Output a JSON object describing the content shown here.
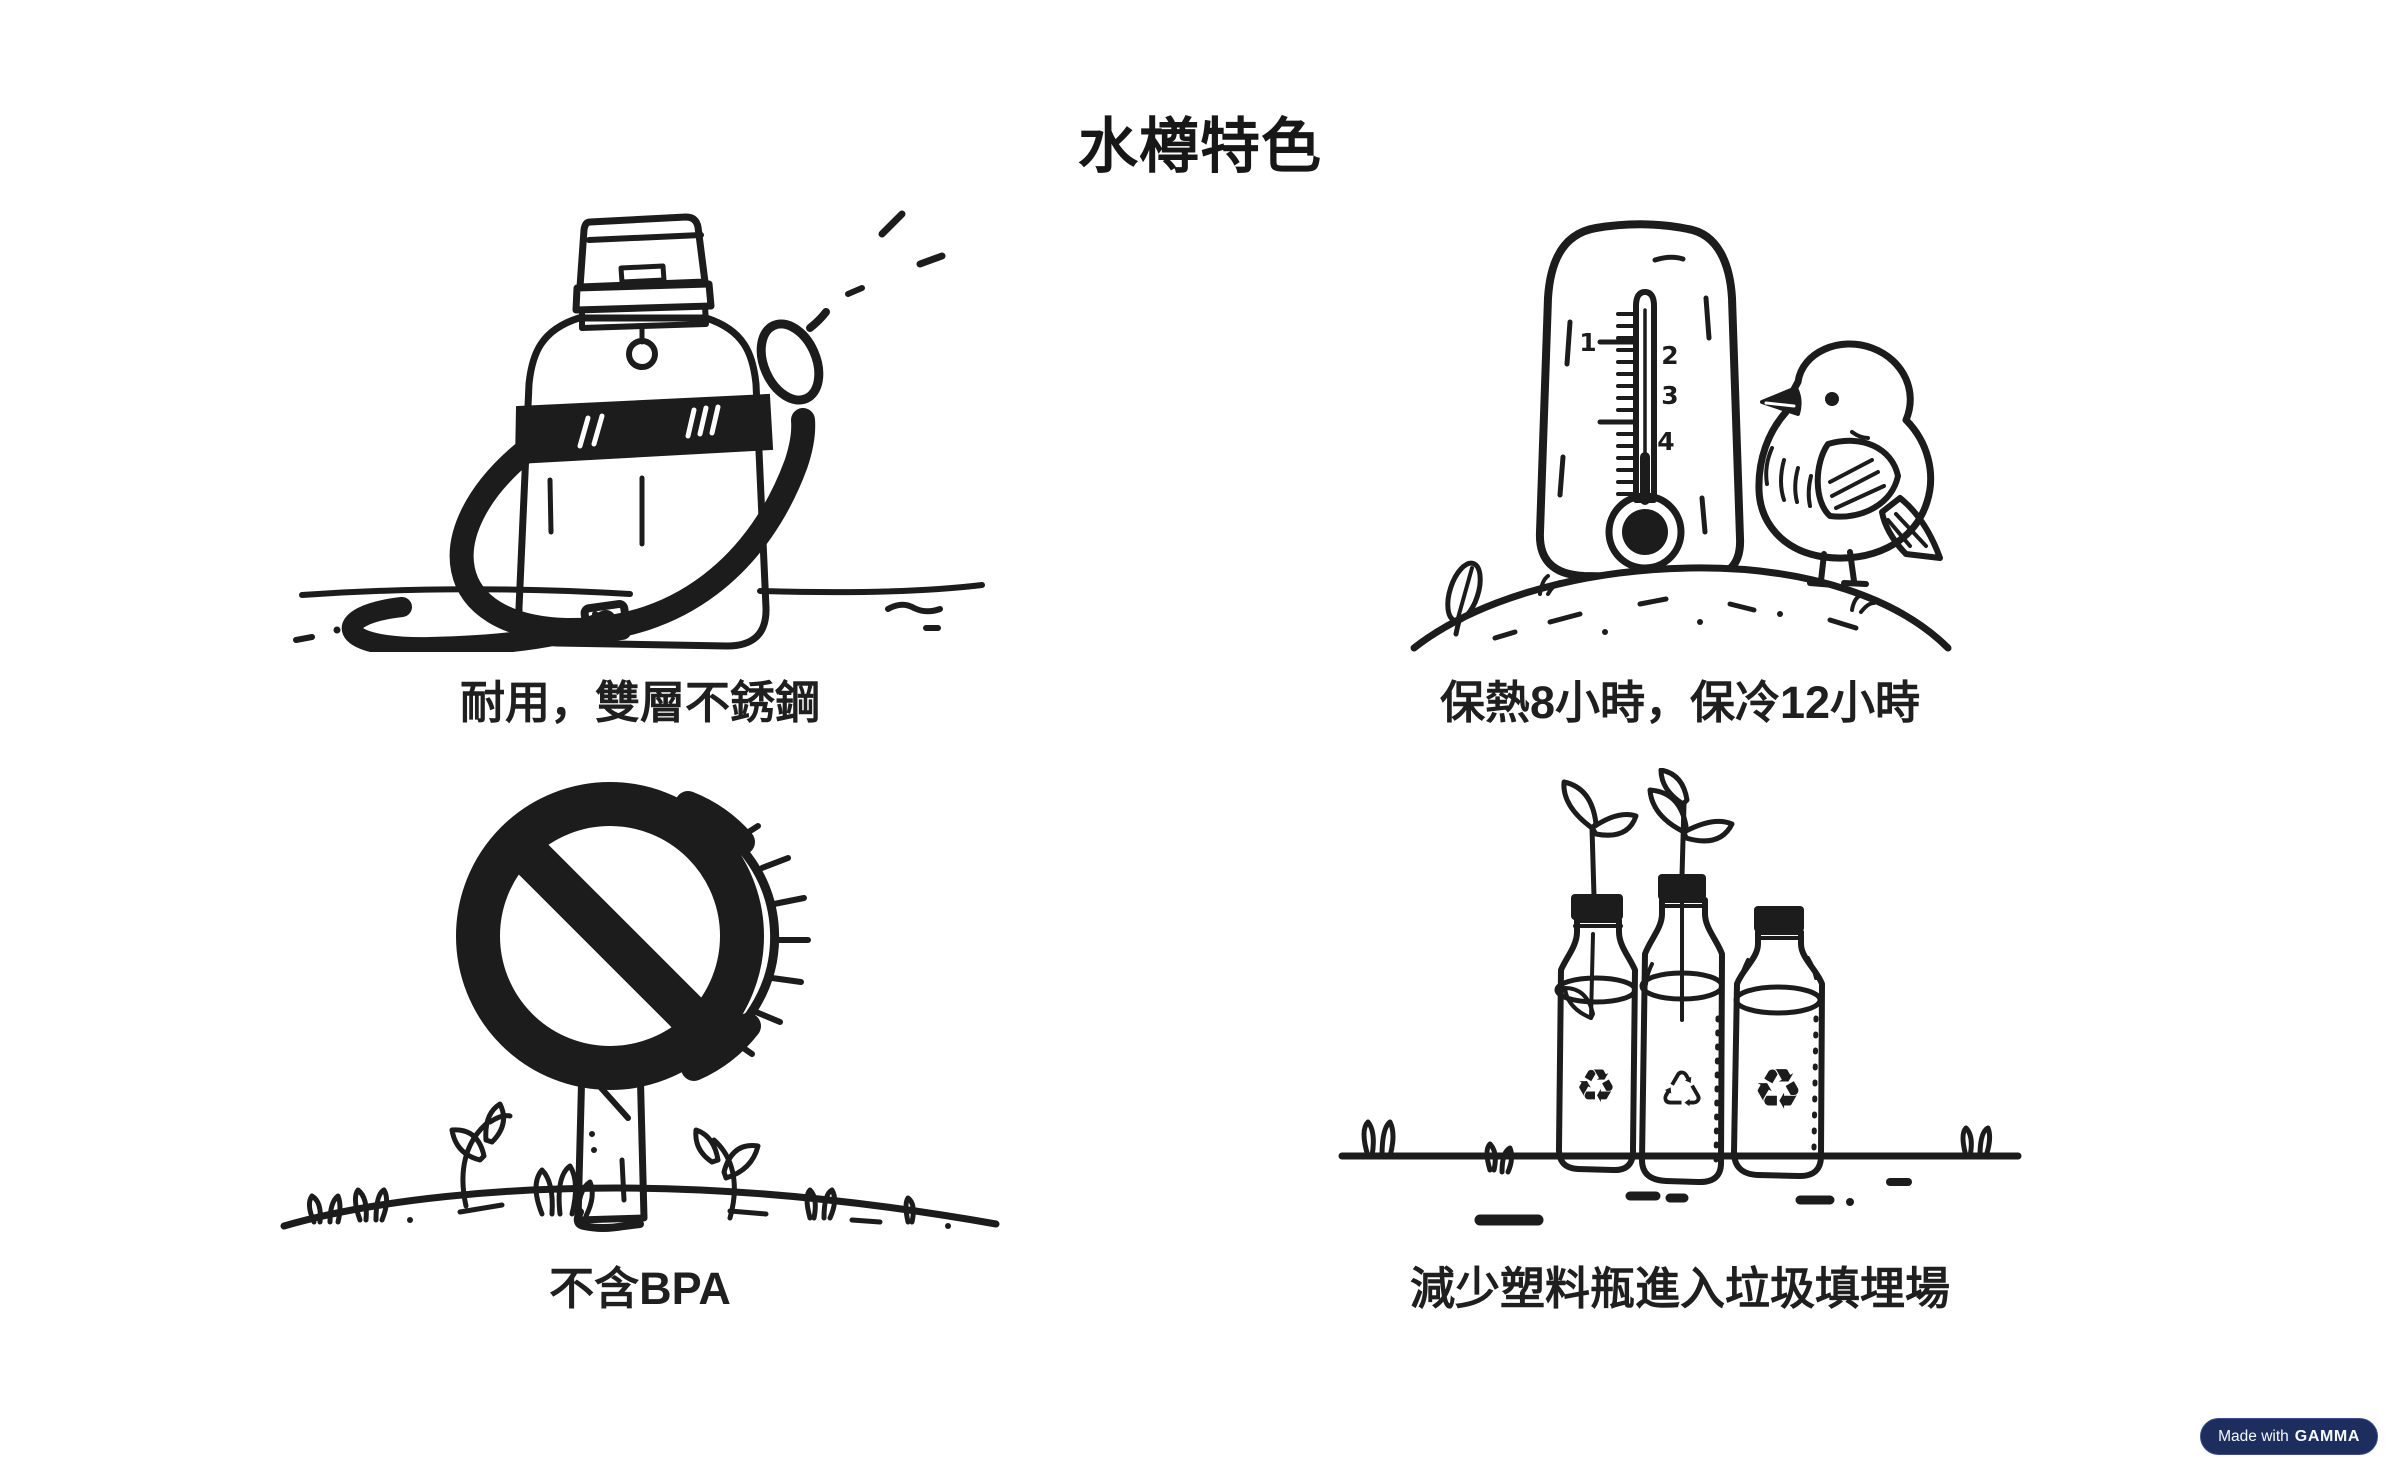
{
  "slide": {
    "title": "水樽特色",
    "background": "#ffffff",
    "ink_color": "#1c1c1c"
  },
  "features": [
    {
      "caption": "耐用，雙層不銹鋼",
      "illustration": "stainless-steel-bottle-with-strap"
    },
    {
      "caption": "保熱8小時，保冷12小時",
      "illustration": "thermometer-with-bird"
    },
    {
      "caption": "不含BPA",
      "illustration": "prohibition-sign-on-post"
    },
    {
      "caption": "減少塑料瓶進入垃圾填埋場",
      "illustration": "recyclable-bottles-with-sprouts"
    }
  ],
  "thermometer": {
    "scale_labels": [
      "1",
      "2",
      "3",
      "4"
    ]
  },
  "icons": {
    "recycle_solid": "♻",
    "recycle_outline": "♺"
  },
  "badge": {
    "prefix": "Made with",
    "brand": "GAMMA",
    "background": "#1c2d5e",
    "text_color": "#ffffff"
  }
}
